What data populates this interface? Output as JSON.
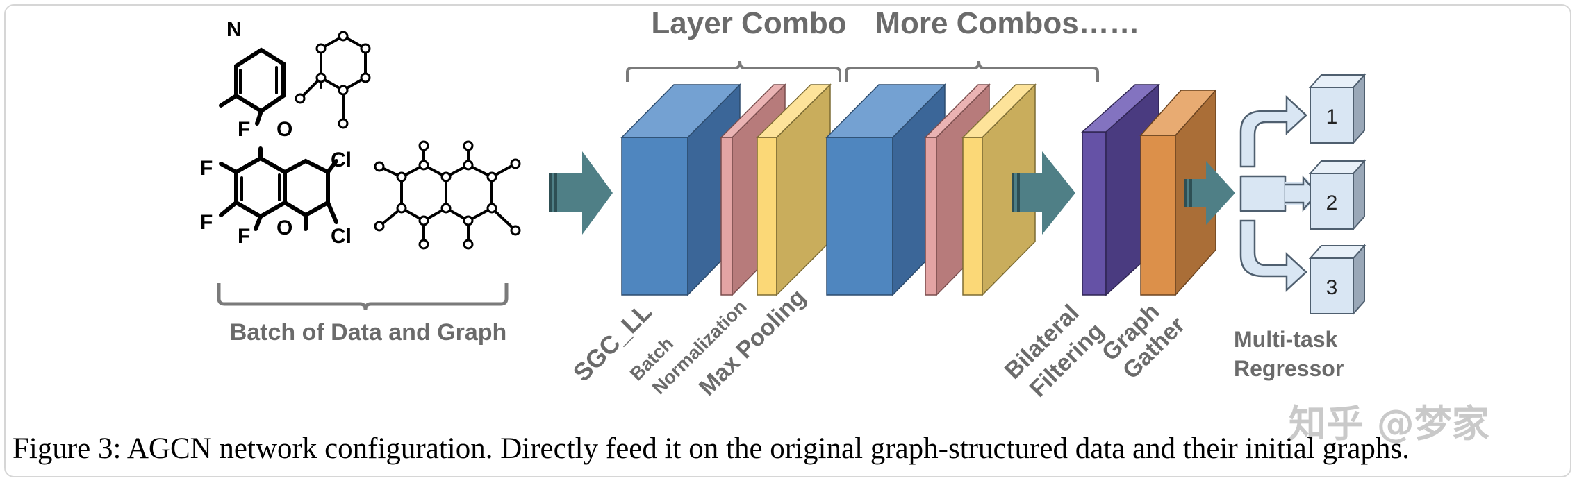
{
  "molecules": {
    "atoms": {
      "n": "N",
      "f_top": "F",
      "o_top": "O",
      "f1": "F",
      "f2": "F",
      "f3": "F",
      "o_bottom": "O",
      "cl1": "Cl",
      "cl2": "Cl"
    }
  },
  "labels": {
    "batch": "Batch of Data and Graph",
    "layer_combo": "Layer Combo",
    "more_combos": "More Combos……",
    "sgc_ll": "SGC_LL",
    "batch_norm_1": "Batch",
    "batch_norm_2": "Normalization",
    "max_pooling": "Max Pooling",
    "bilateral_1": "Bilateral",
    "bilateral_2": "Filtering",
    "graph_gather_1": "Graph",
    "graph_gather_2": "Gather",
    "regressor_1": "Multi-task",
    "regressor_2": "Regressor"
  },
  "outputs": [
    "1",
    "2",
    "3"
  ],
  "caption": "Figure 3: AGCN network configuration. Directly feed it on the original graph-structured data and their initial graphs.",
  "watermark": "知乎 @梦家",
  "colors": {
    "sgc_front": "#4f86bf",
    "sgc_side": "#3b6698",
    "sgc_top": "#74a1d2",
    "bn_front": "#e3a4a4",
    "bn_side": "#b77b7b",
    "pool_front": "#fbd877",
    "pool_side": "#c9ad5c",
    "bilateral_front": "#6552a6",
    "bilateral_side": "#4a3b80",
    "gather_front": "#dc904a",
    "gather_side": "#aa6e37",
    "arrow": "#4f7f86",
    "output_box": "#d9e6f3",
    "label_gray": "#6b6b6b"
  }
}
